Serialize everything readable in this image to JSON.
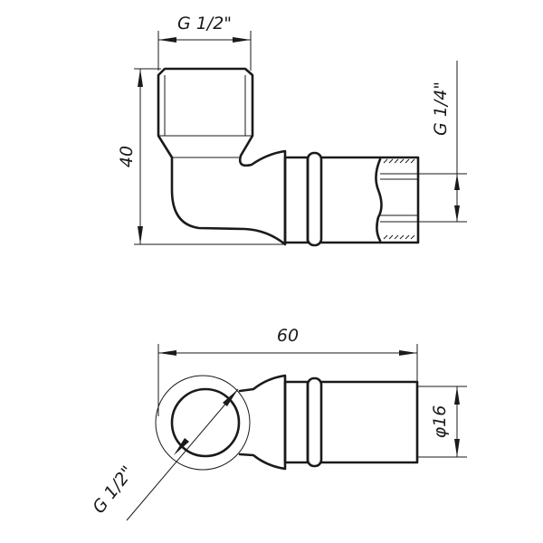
{
  "drawing": {
    "side_view": {
      "top_thread_label": "G 1/2\"",
      "height_label": "40",
      "side_thread_label": "G 1/4\""
    },
    "top_view": {
      "length_label": "60",
      "diameter_label": "φ16",
      "thread_label": "G 1/2\""
    },
    "line_color": "#1a1a1a"
  }
}
